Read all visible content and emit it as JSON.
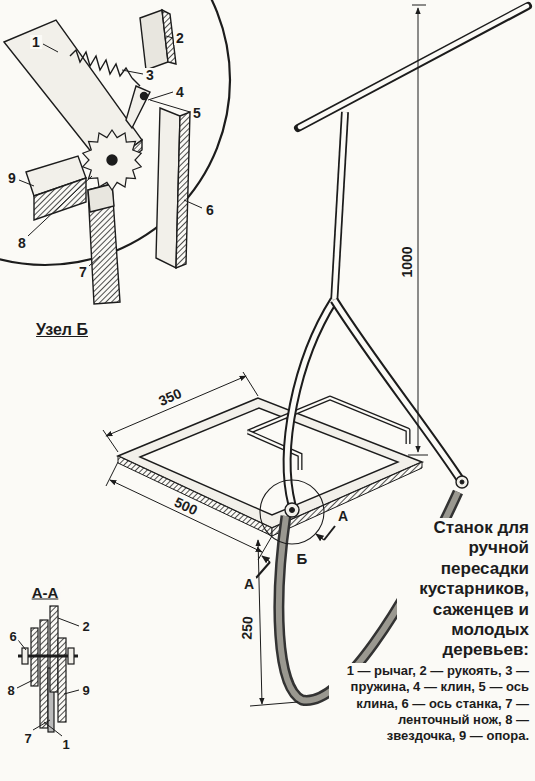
{
  "diagram": {
    "title": "Станок для ручной пересадки кустарников, саженцев и молодых деревьев:",
    "caption": "1 — рычаг, 2 — рукоять, 3 — пружина, 4 — клин, 5 — ось клина, 6 — ось станка, 7 — ленточный нож, 8 — звездочка, 9 — опора.",
    "labels": [
      "Узел Б",
      "1",
      "2",
      "3",
      "4",
      "5",
      "9",
      "8",
      "7",
      "6",
      "А-А",
      "6",
      "2",
      "8",
      "9",
      "7",
      "1",
      "1000",
      "350",
      "500",
      "250",
      "А",
      "А",
      "Б"
    ]
  }
}
